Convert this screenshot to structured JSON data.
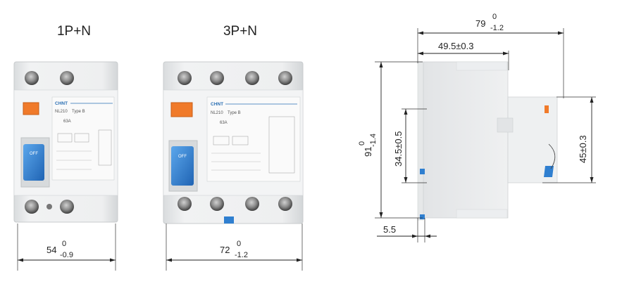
{
  "products": [
    {
      "title": "1P+N",
      "brand": "CHNT",
      "model": "NL210",
      "type_label": "Type B",
      "current": "63A",
      "switch_label": "OFF",
      "width_dim": {
        "nominal": "54",
        "upper_tol": "0",
        "lower_tol": "-0.9"
      }
    },
    {
      "title": "3P+N",
      "brand": "CHNT",
      "model": "NL210",
      "type_label": "Type B",
      "current": "63A",
      "switch_label": "OFF",
      "width_dim": {
        "nominal": "72",
        "upper_tol": "0",
        "lower_tol": "-1.2"
      }
    }
  ],
  "side_view": {
    "depth_total": {
      "nominal": "79",
      "upper_tol": "0",
      "lower_tol": "-1.2"
    },
    "depth_partial": "49.5±0.3",
    "height_total": {
      "nominal": "91",
      "upper_tol": "0",
      "lower_tol": "-1.4"
    },
    "height_rail": "34.5±0.5",
    "height_front": "45±0.3",
    "rail_offset": "5.5"
  },
  "colors": {
    "handle_blue": "#2f7fd0",
    "indicator_orange": "#f07a2a",
    "body_grey": "#e9ebec"
  }
}
